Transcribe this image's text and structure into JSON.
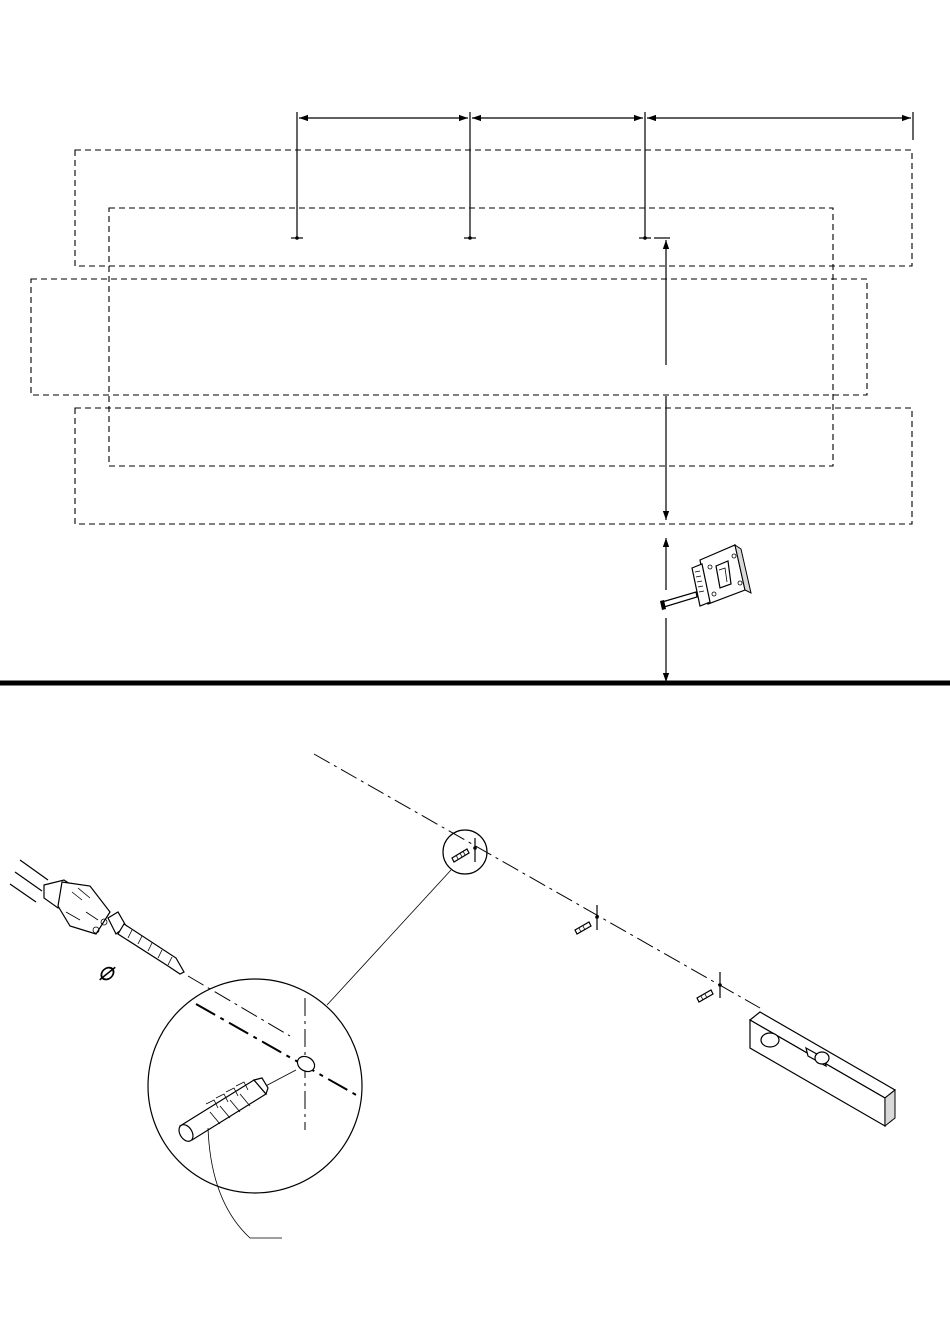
{
  "diagram": {
    "title": "",
    "labels": [],
    "top_view": {
      "panels": [
        "panel-1",
        "panel-2",
        "panel-3",
        "panel-4"
      ],
      "hole_marks": 3,
      "dimensions": [
        "",
        "",
        "",
        ""
      ]
    },
    "bottom_view": {
      "drill_diameter_symbol": "⌀",
      "callout_label": ""
    }
  }
}
